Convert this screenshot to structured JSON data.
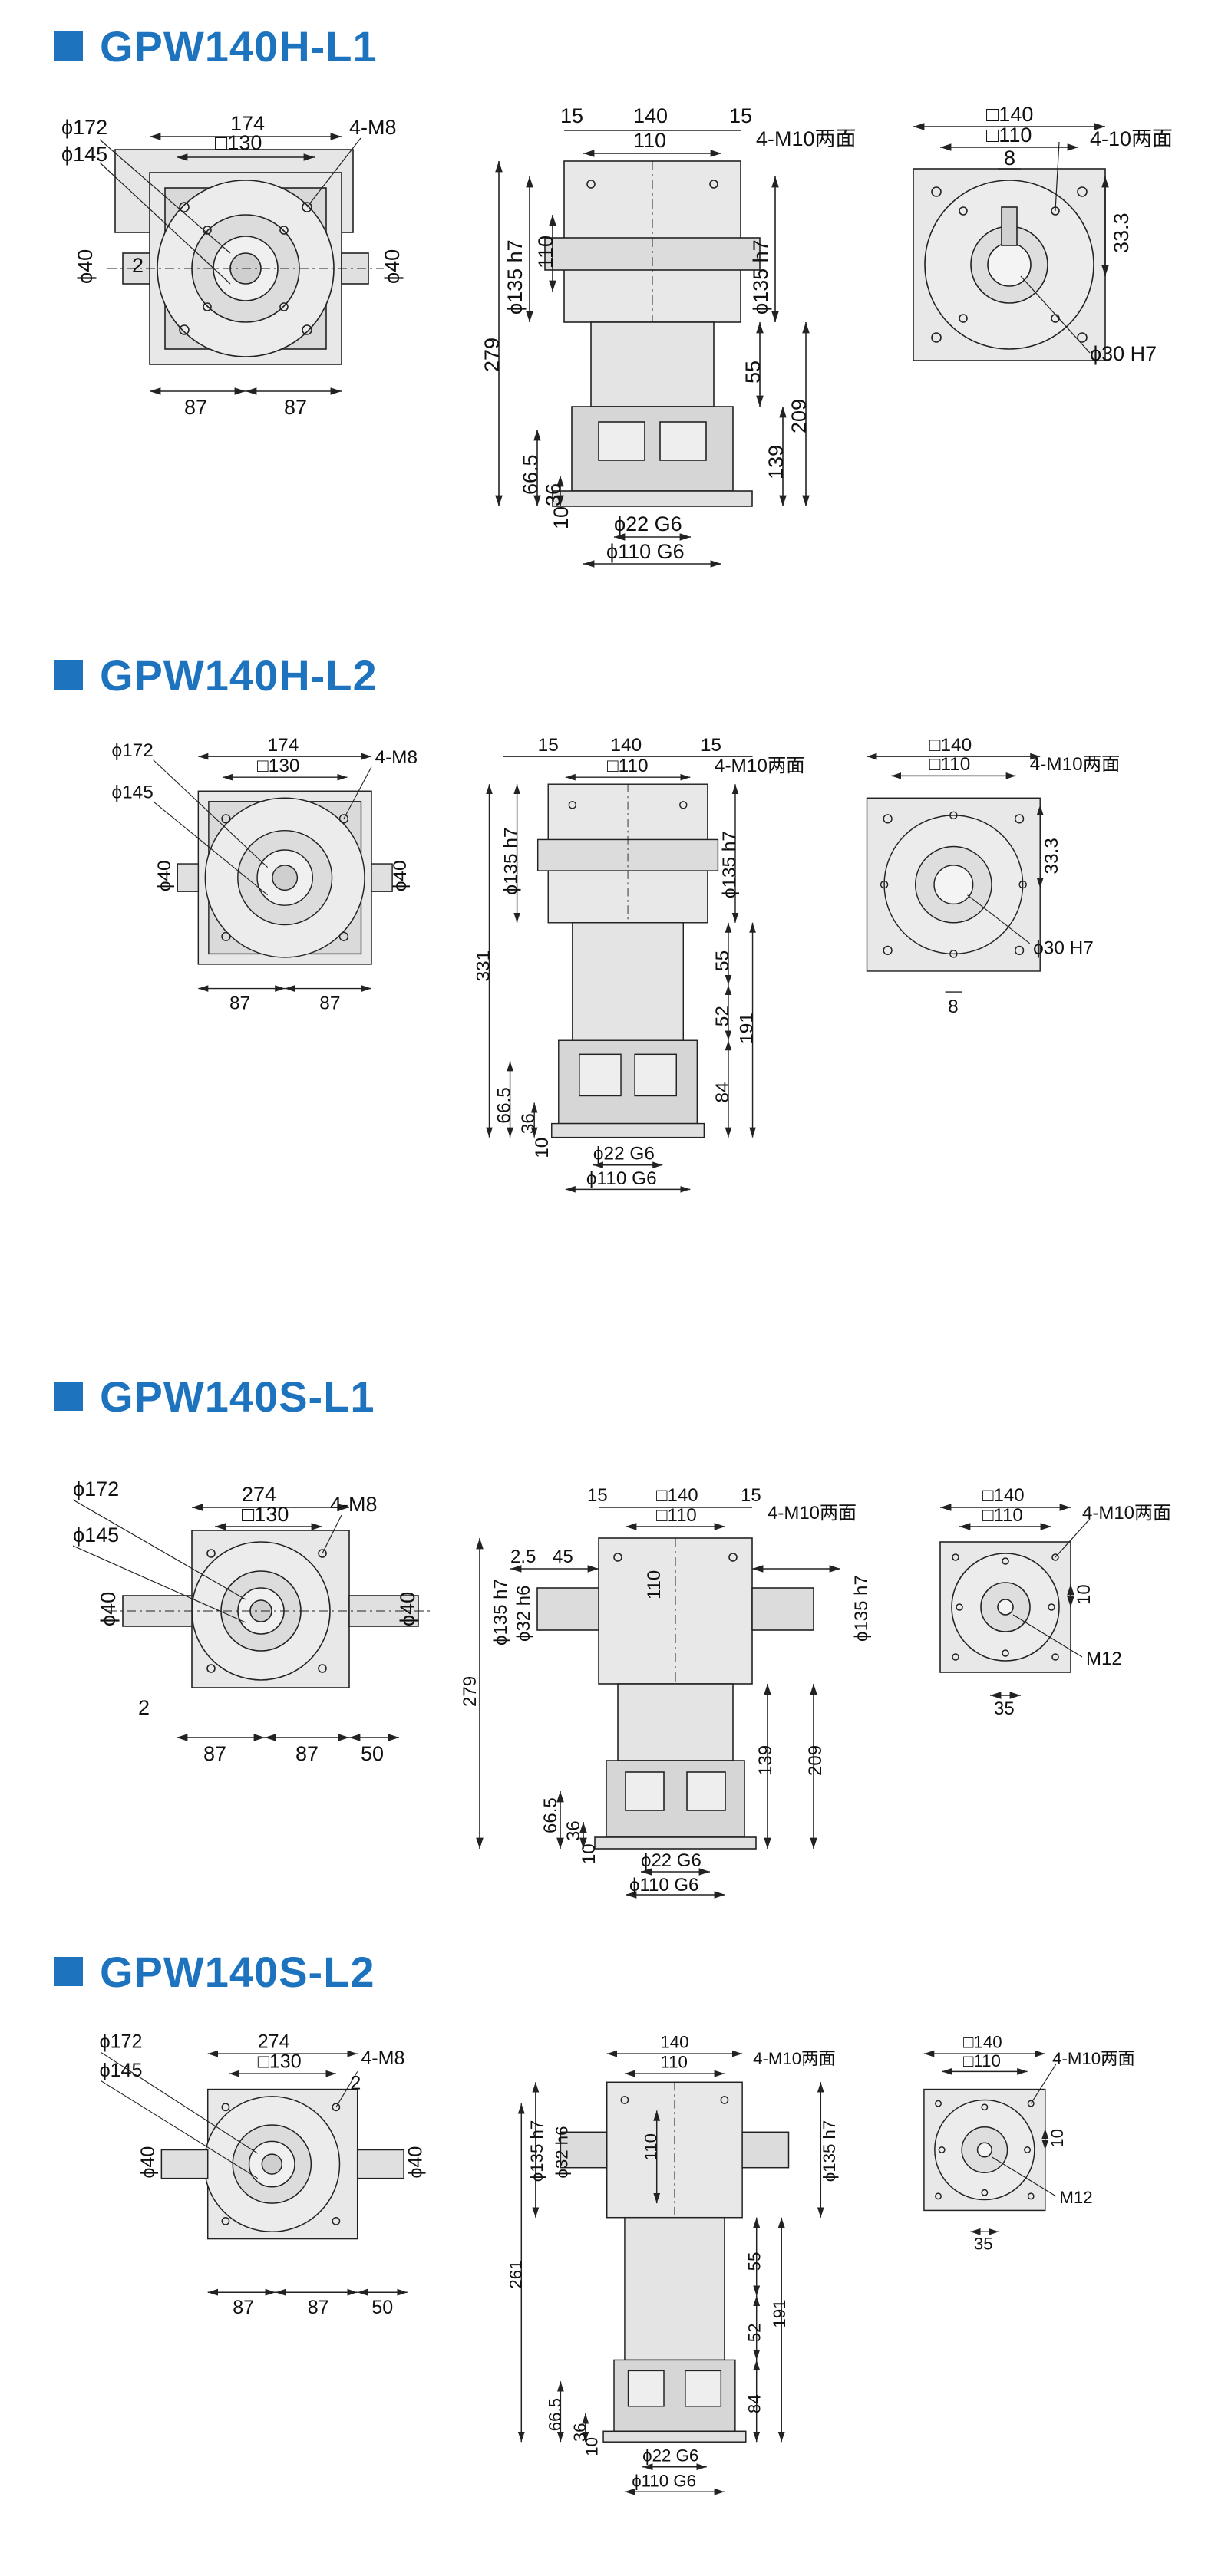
{
  "colors": {
    "accent": "#1e73be",
    "body": "#e8e8e8",
    "body_dark": "#cfcfcf",
    "line": "#222222"
  },
  "sections": [
    {
      "title": "GPW140H-L1",
      "top_view": {
        "overall_width": "174",
        "square": "□130",
        "pcd_outer": "ϕ172",
        "pcd_inner": "ϕ145",
        "bolts": "4-M8",
        "half_left": "87",
        "half_right": "87",
        "shaft_dia_left": "ϕ40",
        "shaft_dia_right": "ϕ40",
        "offset": "2",
        "extra_width": ""
      },
      "side_view": {
        "left_flange": "15",
        "body_width": "140",
        "right_flange": "15",
        "inner_square": "110",
        "bolts": "4-M10两面",
        "pilot_left": "ϕ135 h7",
        "pilot_right": "ϕ135 h7",
        "height_inner": "110",
        "overall_height": "279",
        "dim_55": "55",
        "dim_139": "139",
        "dim_209": "209",
        "dim_665": "66.5",
        "dim_36": "36",
        "dim_10": "10",
        "bore": "ϕ22 G6",
        "spigot": "ϕ110 G6",
        "shaft_s": "",
        "shaft_len": "",
        "shaft_step": "",
        "dim_52": "",
        "dim_84": ""
      },
      "end_view": {
        "square_outer": "□140",
        "square_inner": "□110",
        "keyway": "8",
        "bolts": "4-10两面",
        "key_height": "33.3",
        "bore": "ϕ30 H7",
        "bolt_offset": "",
        "tap": "",
        "key_width": ""
      }
    },
    {
      "title": "GPW140H-L2",
      "top_view": {
        "overall_width": "174",
        "square": "□130",
        "pcd_outer": "ϕ172",
        "pcd_inner": "ϕ145",
        "bolts": "4-M8",
        "half_left": "87",
        "half_right": "87",
        "shaft_dia_left": "ϕ40",
        "shaft_dia_right": "ϕ40",
        "offset": "",
        "extra_width": ""
      },
      "side_view": {
        "left_flange": "15",
        "body_width": "140",
        "right_flange": "15",
        "inner_square": "□110",
        "bolts": "4-M10两面",
        "pilot_left": "ϕ135 h7",
        "pilot_right": "ϕ135 h7",
        "height_inner": "",
        "overall_height": "331",
        "dim_55": "55",
        "dim_139": "191",
        "dim_209": "",
        "dim_665": "66.5",
        "dim_36": "36",
        "dim_10": "10",
        "bore": "ϕ22 G6",
        "spigot": "ϕ110 G6",
        "shaft_s": "",
        "shaft_len": "",
        "shaft_step": "",
        "dim_52": "52",
        "dim_84": "84"
      },
      "end_view": {
        "square_outer": "□140",
        "square_inner": "□110",
        "keyway": "8",
        "bolts": "4-M10两面",
        "key_height": "33.3",
        "bore": "ϕ30 H7",
        "bolt_offset": "",
        "tap": "",
        "key_width": ""
      }
    },
    {
      "title": "GPW140S-L1",
      "top_view": {
        "overall_width": "274",
        "square": "□130",
        "pcd_outer": "ϕ172",
        "pcd_inner": "ϕ145",
        "bolts": "4-M8",
        "half_left": "87",
        "half_right": "87",
        "shaft_dia_left": "ϕ40",
        "shaft_dia_right": "ϕ40",
        "offset": "2",
        "extra_width": "50"
      },
      "side_view": {
        "left_flange": "15",
        "body_width": "□140",
        "right_flange": "15",
        "inner_square": "□110",
        "bolts": "4-M10两面",
        "pilot_left": "ϕ135 h7",
        "pilot_right": "ϕ135 h7",
        "height_inner": "110",
        "overall_height": "279",
        "dim_55": "",
        "dim_139": "139",
        "dim_209": "209",
        "dim_665": "66.5",
        "dim_36": "36",
        "dim_10": "10",
        "bore": "ϕ22 G6",
        "spigot": "ϕ110 G6",
        "shaft_s": "ϕ32 h6",
        "shaft_len": "45",
        "shaft_step": "2.5",
        "dim_52": "",
        "dim_84": ""
      },
      "end_view": {
        "square_outer": "□140",
        "square_inner": "□110",
        "keyway": "",
        "bolts": "4-M10两面",
        "key_height": "",
        "bore": "",
        "bolt_offset": "10",
        "tap": "M12",
        "key_width": "35"
      }
    },
    {
      "title": "GPW140S-L2",
      "top_view": {
        "overall_width": "274",
        "square": "□130",
        "pcd_outer": "ϕ172",
        "pcd_inner": "ϕ145",
        "bolts": "4-M8",
        "half_left": "87",
        "half_right": "87",
        "shaft_dia_left": "ϕ40",
        "shaft_dia_right": "ϕ40",
        "offset": "2",
        "extra_width": "50"
      },
      "side_view": {
        "left_flange": "",
        "body_width": "140",
        "right_flange": "",
        "inner_square": "110",
        "bolts": "4-M10两面",
        "pilot_left": "ϕ135 h7",
        "pilot_right": "ϕ135 h7",
        "height_inner": "110",
        "overall_height": "261",
        "dim_55": "55",
        "dim_139": "191",
        "dim_209": "",
        "dim_665": "66.5",
        "dim_36": "36",
        "dim_10": "10",
        "bore": "ϕ22 G6",
        "spigot": "ϕ110 G6",
        "shaft_s": "ϕ32 h6",
        "shaft_len": "",
        "shaft_step": "",
        "dim_52": "52",
        "dim_84": "84"
      },
      "end_view": {
        "square_outer": "□140",
        "square_inner": "□110",
        "keyway": "",
        "bolts": "4-M10两面",
        "key_height": "",
        "bore": "",
        "bolt_offset": "10",
        "tap": "M12",
        "key_width": "35"
      }
    }
  ]
}
